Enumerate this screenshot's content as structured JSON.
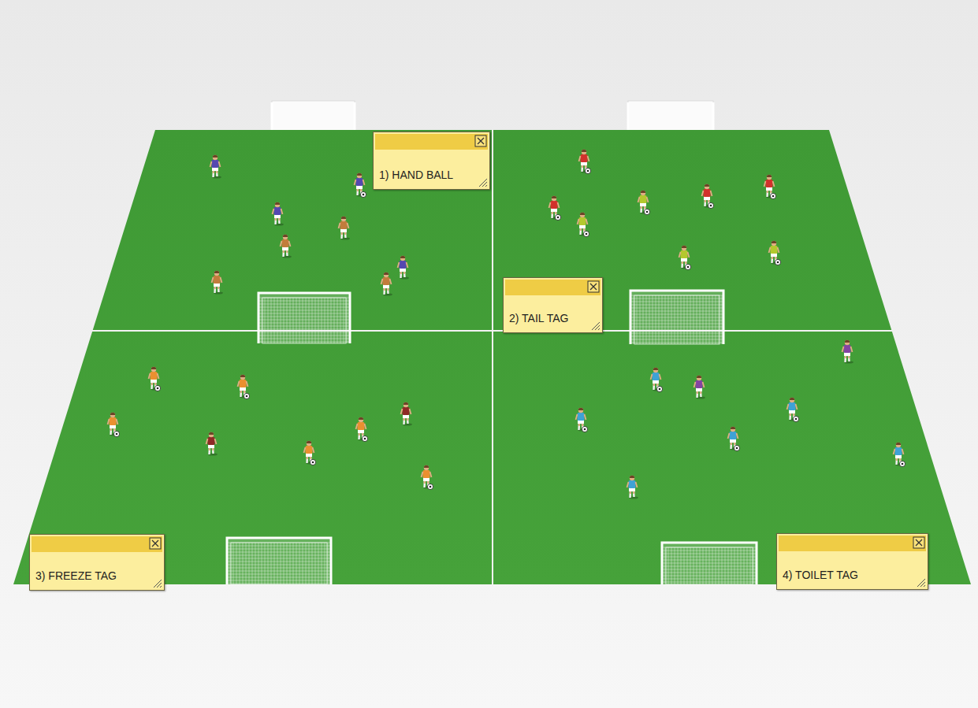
{
  "diagram": {
    "nodes": [
      {
        "text": [
          "1) HAND BALL"
        ]
      },
      {
        "text": [
          "2) TAIL TAG"
        ]
      },
      {
        "text": [
          "3) FREEZE TAG"
        ]
      },
      {
        "text": [
          "4) TOILET TAG"
        ]
      }
    ]
  }
}
